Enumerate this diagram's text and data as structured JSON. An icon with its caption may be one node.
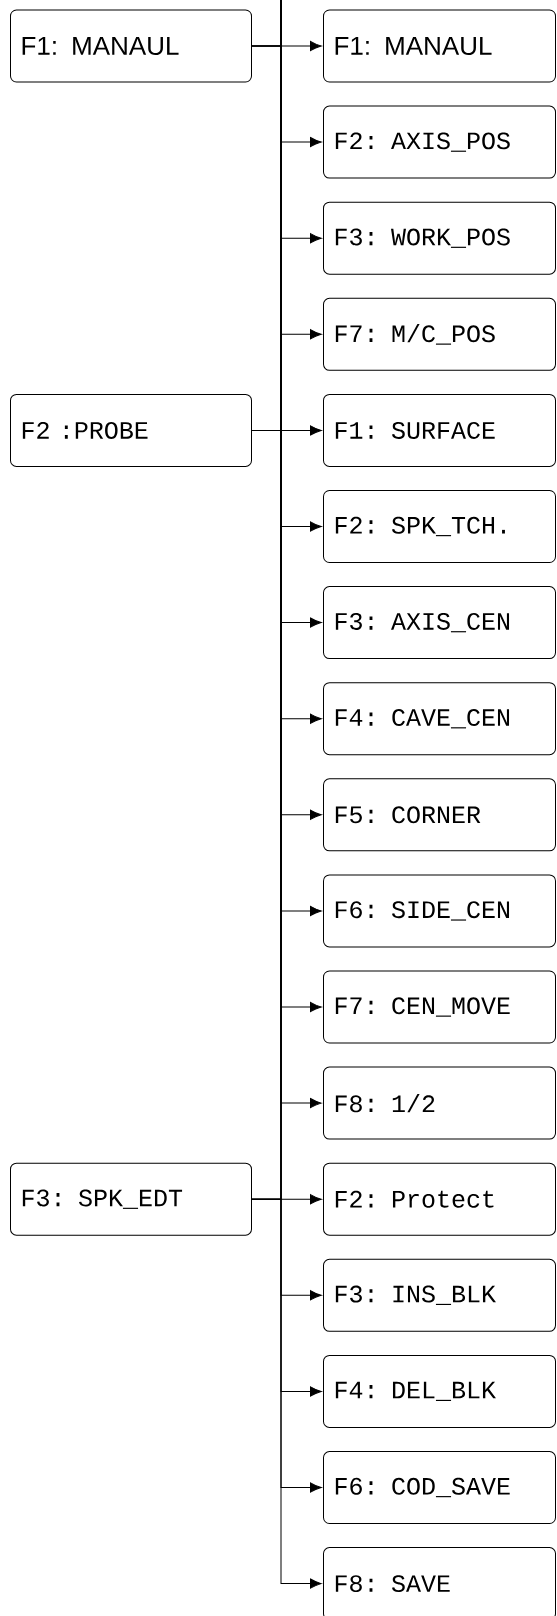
{
  "diagram": {
    "nodes": [
      {
        "text": [
          "F1: MANAUL"
        ]
      },
      {
        "text": [
          "F1: MANAUL"
        ]
      },
      {
        "text": [
          "F2: AXIS_POS"
        ]
      },
      {
        "text": [
          "F3: WORK_POS"
        ]
      },
      {
        "text": [
          "F7: M/C_POS"
        ]
      },
      {
        "text": [
          "F2 :PROBE"
        ]
      },
      {
        "text": [
          "F1: SURFACE"
        ]
      },
      {
        "text": [
          "F2: SPK_TCH."
        ]
      },
      {
        "text": [
          "F3: AXIS_CEN"
        ]
      },
      {
        "text": [
          "F4: CAVE_CEN"
        ]
      },
      {
        "text": [
          "F5: CORNER"
        ]
      },
      {
        "text": [
          "F6: SIDE_CEN"
        ]
      },
      {
        "text": [
          "F7: CEN_MOVE"
        ]
      },
      {
        "text": [
          "F8: 1/2"
        ]
      },
      {
        "text": [
          "F3: SPK_EDT"
        ]
      },
      {
        "text": [
          "F2: Protect"
        ]
      },
      {
        "text": [
          "F3: INS_BLK"
        ]
      },
      {
        "text": [
          "F4: DEL_BLK"
        ]
      },
      {
        "text": [
          "F6: COD_SAVE"
        ]
      },
      {
        "text": [
          "F8: SAVE"
        ]
      }
    ],
    "edges": [
      {
        "from": 0,
        "to": 1,
        "arrow": "to"
      },
      {
        "from": 0,
        "to": 2,
        "arrow": "to"
      },
      {
        "from": 0,
        "to": 3,
        "arrow": "to"
      },
      {
        "from": 0,
        "to": 4,
        "arrow": "to"
      },
      {
        "from": 5,
        "to": 6,
        "arrow": "to"
      },
      {
        "from": 5,
        "to": 7,
        "arrow": "to"
      },
      {
        "from": 5,
        "to": 8,
        "arrow": "to"
      },
      {
        "from": 5,
        "to": 9,
        "arrow": "to"
      },
      {
        "from": 5,
        "to": 10,
        "arrow": "to"
      },
      {
        "from": 5,
        "to": 11,
        "arrow": "to"
      },
      {
        "from": 5,
        "to": 12,
        "arrow": "to"
      },
      {
        "from": 5,
        "to": 13,
        "arrow": "to"
      },
      {
        "from": 14,
        "to": 15,
        "arrow": "to"
      },
      {
        "from": 14,
        "to": 16,
        "arrow": "to"
      },
      {
        "from": 14,
        "to": 17,
        "arrow": "to"
      },
      {
        "from": 14,
        "to": 18,
        "arrow": "to"
      },
      {
        "from": 14,
        "to": 19,
        "arrow": "to"
      }
    ]
  }
}
